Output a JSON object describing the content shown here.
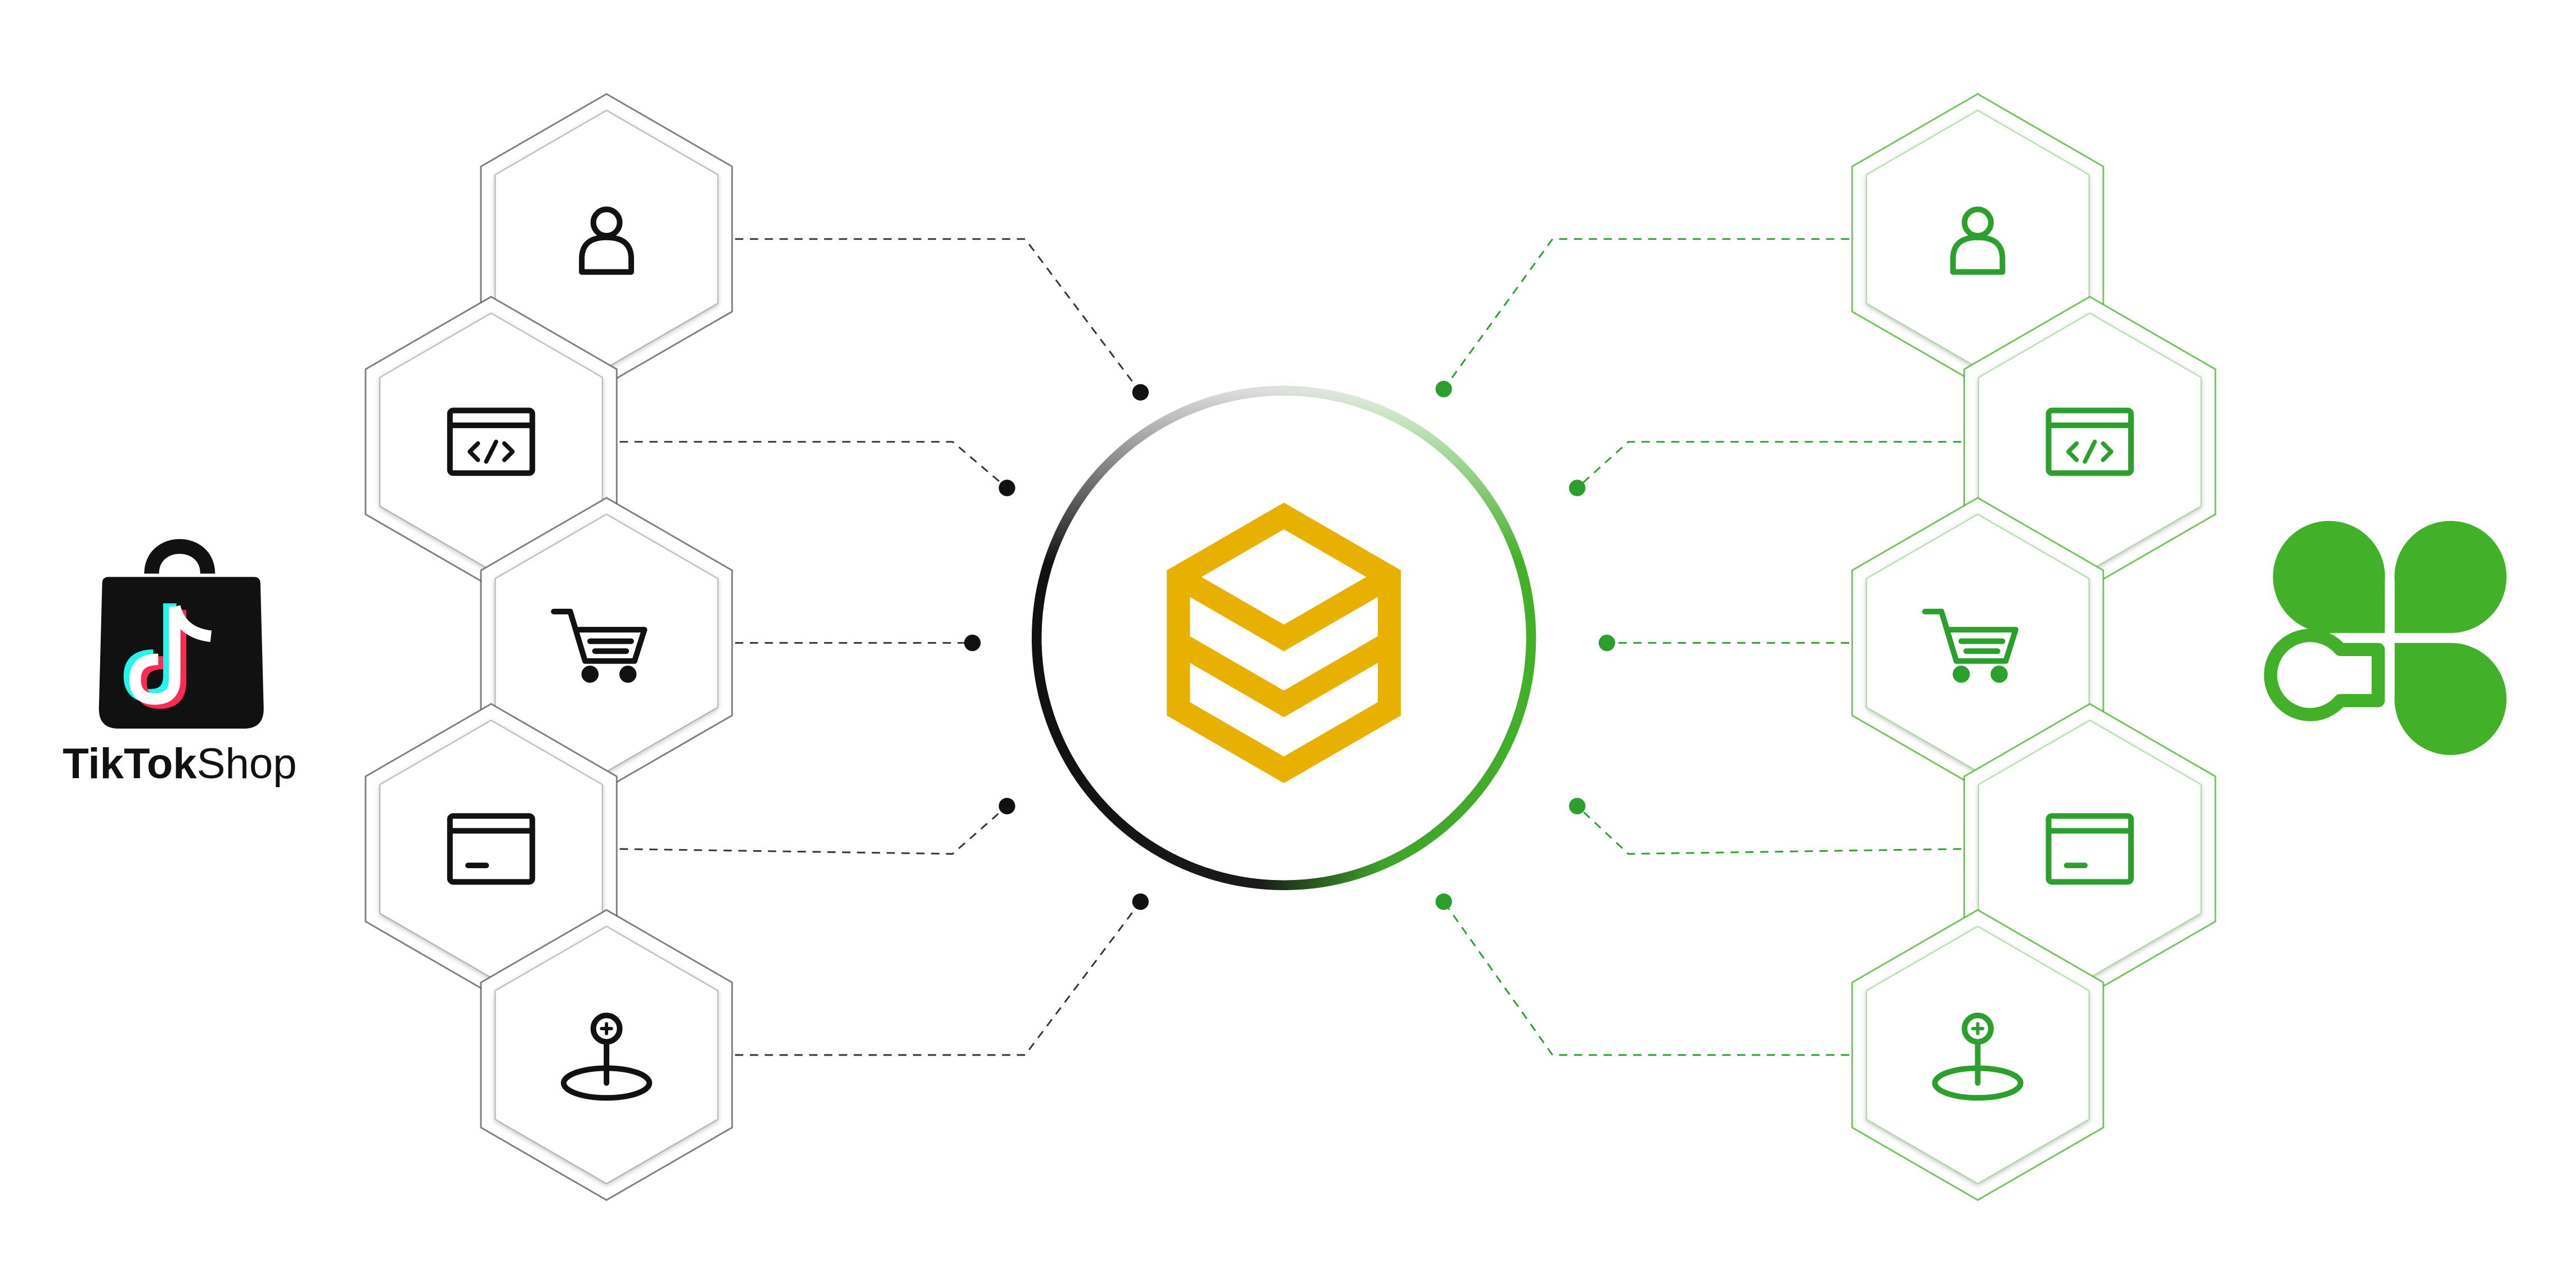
{
  "left_brand": {
    "logo_icon": "tiktok-shopping-bag-icon",
    "name_bold": "TikTok",
    "name_regular": "Shop",
    "colors": {
      "bag": "#111111",
      "accent_cyan": "#25f4ee",
      "accent_pink": "#fe2c55"
    }
  },
  "right_brand": {
    "logo_icon": "clover-logo-icon",
    "color": "#43b02a"
  },
  "center_hub": {
    "icon": "stacked-layers-hexagon-icon",
    "icon_color": "#e8b100",
    "ring_gradient": [
      "#1a1a1a",
      "#43b02a"
    ]
  },
  "modules": [
    {
      "id": "customers",
      "icon": "user-icon"
    },
    {
      "id": "api",
      "icon": "code-window-icon"
    },
    {
      "id": "orders",
      "icon": "shopping-cart-icon"
    },
    {
      "id": "payments",
      "icon": "card-icon"
    },
    {
      "id": "locations",
      "icon": "location-pin-icon"
    }
  ],
  "colors": {
    "left_side": "#111111",
    "left_hex_stroke": "#555555",
    "right_side": "#2ca02c",
    "right_hex_stroke": "#43b02a",
    "connector_left": "#333333",
    "connector_right": "#2ca02c"
  }
}
